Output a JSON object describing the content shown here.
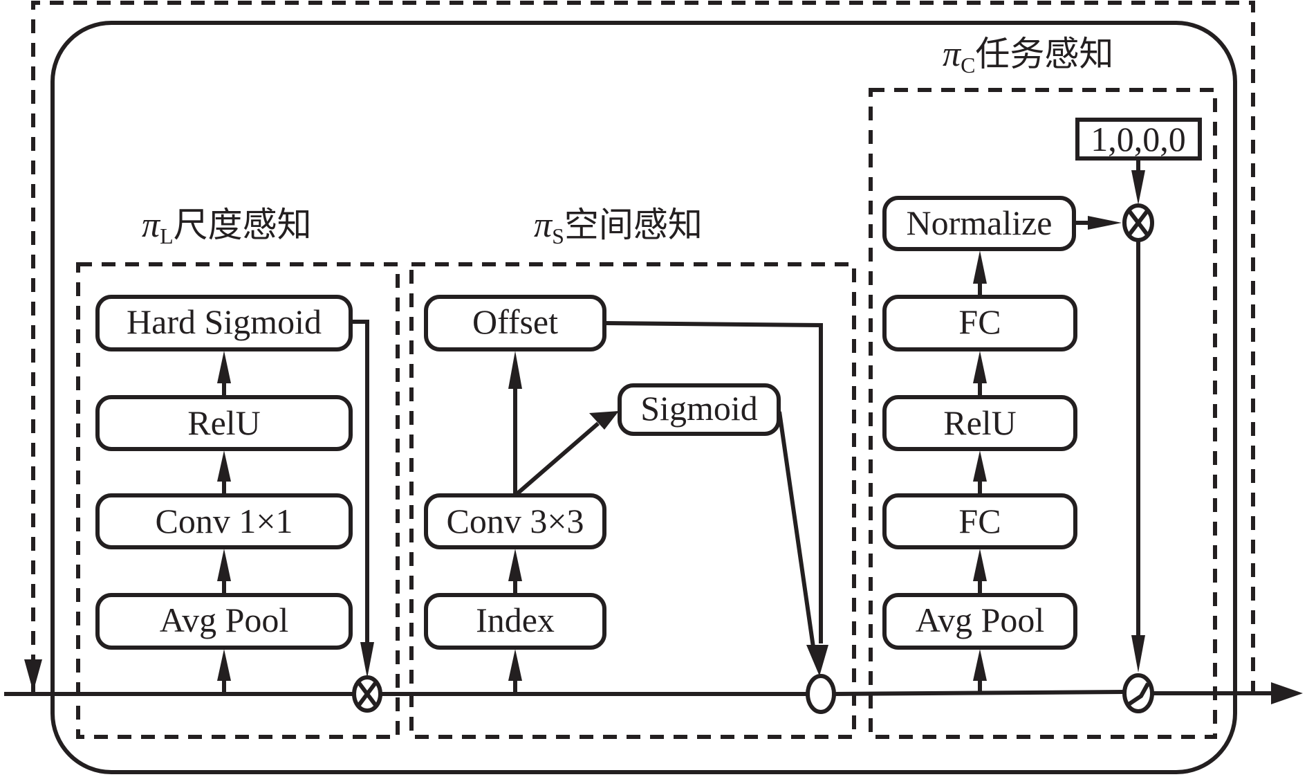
{
  "modules": {
    "scale": {
      "title_symbol": "π",
      "title_subscript": "L",
      "title_text": "尺度感知",
      "blocks": [
        "Avg Pool",
        "Conv 1×1",
        "RelU",
        "Hard Sigmoid"
      ]
    },
    "spatial": {
      "title_symbol": "π",
      "title_subscript": "S",
      "title_text": "空间感知",
      "blocks": [
        "Index",
        "Conv 3×3",
        "Offset",
        "Sigmoid"
      ]
    },
    "task": {
      "title_symbol": "π",
      "title_subscript": "C",
      "title_text": "任务感知",
      "blocks": [
        "Avg Pool",
        "FC",
        "RelU",
        "FC",
        "Normalize"
      ],
      "init_vector": "1,0,0,0"
    }
  },
  "nodes": {
    "scale_combine": "multiply",
    "spatial_combine": "deformable-sample",
    "task_multiply": "multiply",
    "task_switch": "dynamic-activation"
  }
}
